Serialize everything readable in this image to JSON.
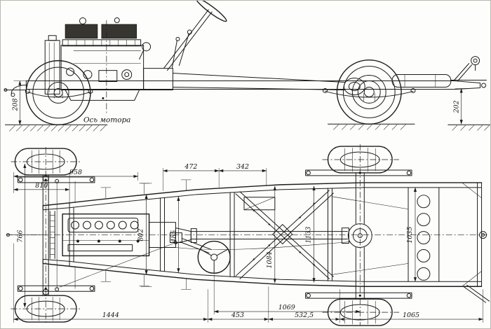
{
  "colors": {
    "paper": "#fdfdfb",
    "ink": "#1c1c1c"
  },
  "side_view": {
    "motor_axis_label": "Ось мотора",
    "dims": {
      "front_frame_height": "208",
      "rear_frame_height": "202"
    }
  },
  "plan_view": {
    "dims": {
      "d810": "810",
      "d958": "958",
      "d472": "472",
      "d342": "342",
      "d766": "766",
      "d802": "802",
      "d485": "485",
      "d1084": "1084",
      "d1133": "1133",
      "d1035": "1035",
      "d1069": "1069",
      "d1444": "1444",
      "d453": "453",
      "d532_5": "532,5",
      "d1065": "1065"
    }
  }
}
